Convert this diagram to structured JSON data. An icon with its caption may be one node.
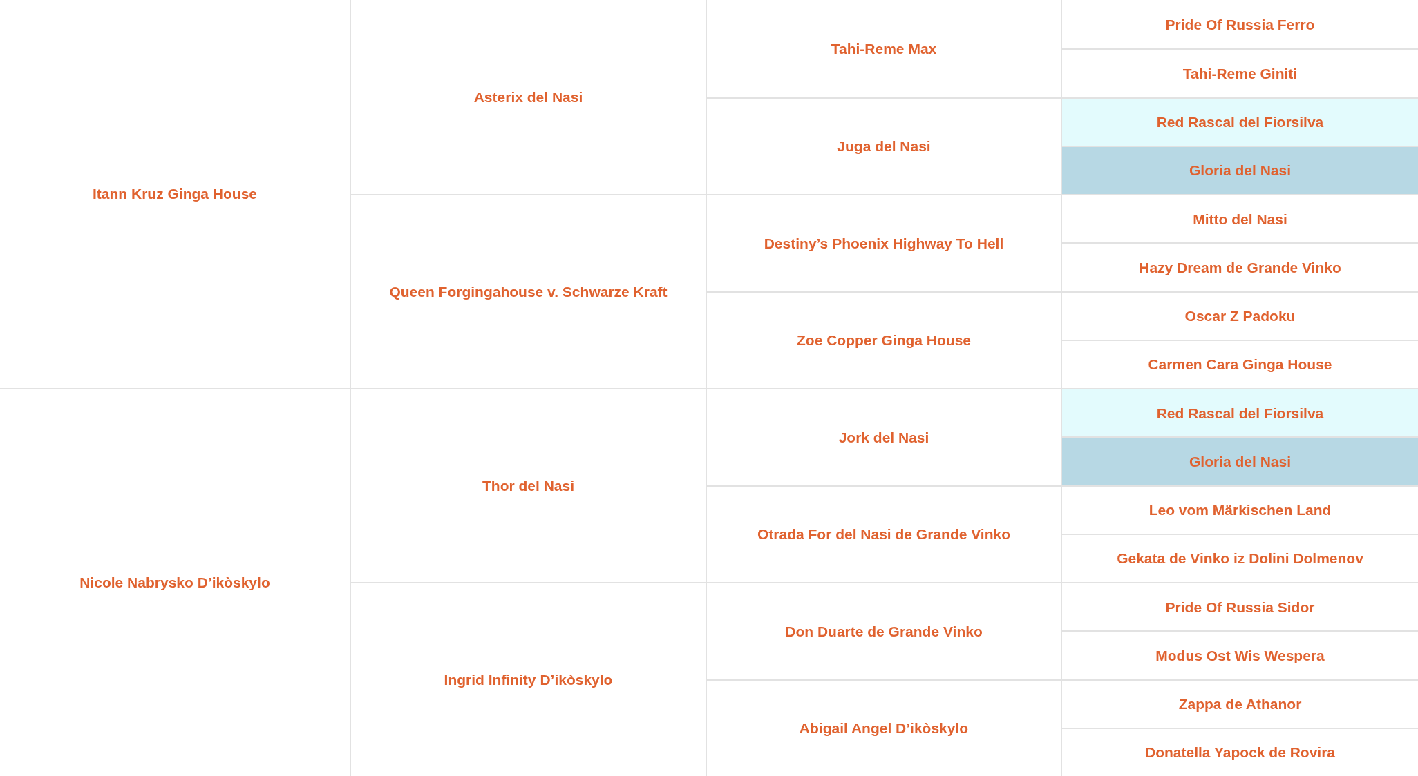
{
  "diagram": {
    "nodes": [
      {
        "text": [
          "Itann Kruz Ginga House"
        ]
      },
      {
        "text": [
          "Asterix del Nasi"
        ]
      },
      {
        "text": [
          "Tahi-Reme Max"
        ]
      },
      {
        "text": [
          "Pride Of Russia Ferro"
        ]
      },
      {
        "text": [
          "Tahi-Reme Giniti"
        ]
      },
      {
        "text": [
          "Juga del Nasi"
        ]
      },
      {
        "text": [
          "Red Rascal del Fiorsilva"
        ]
      },
      {
        "text": [
          "Gloria del Nasi"
        ]
      },
      {
        "text": [
          "Queen Forgingahouse v. Schwarze Kraft"
        ]
      },
      {
        "text": [
          "Destiny’s Phoenix Highway To Hell"
        ]
      },
      {
        "text": [
          "Mitto del Nasi"
        ]
      },
      {
        "text": [
          "Hazy Dream de Grande Vinko"
        ]
      },
      {
        "text": [
          "Zoe Copper Ginga House"
        ]
      },
      {
        "text": [
          "Oscar Z Padoku"
        ]
      },
      {
        "text": [
          "Carmen Cara Ginga House"
        ]
      },
      {
        "text": [
          "Nicole Nabrysko D’ikòskylo"
        ]
      },
      {
        "text": [
          "Thor del Nasi"
        ]
      },
      {
        "text": [
          "Jork del Nasi"
        ]
      },
      {
        "text": [
          "Red Rascal del Fiorsilva"
        ]
      },
      {
        "text": [
          "Gloria del Nasi"
        ]
      },
      {
        "text": [
          "Otrada For del Nasi de Grande Vinko"
        ]
      },
      {
        "text": [
          "Leo vom Märkischen Land"
        ]
      },
      {
        "text": [
          "Gekata de Vinko iz Dolini Dolmenov"
        ]
      },
      {
        "text": [
          "Ingrid Infinity D’ikòskylo"
        ]
      },
      {
        "text": [
          "Don Duarte de Grande Vinko"
        ]
      },
      {
        "text": [
          "Pride Of Russia Sidor"
        ]
      },
      {
        "text": [
          "Modus Ost Wis Wespera"
        ]
      },
      {
        "text": [
          "Abigail Angel D’ikòskylo"
        ]
      },
      {
        "text": [
          "Zappa de Athanor"
        ]
      },
      {
        "text": [
          "Donatella Yapock de Rovira"
        ]
      }
    ]
  }
}
